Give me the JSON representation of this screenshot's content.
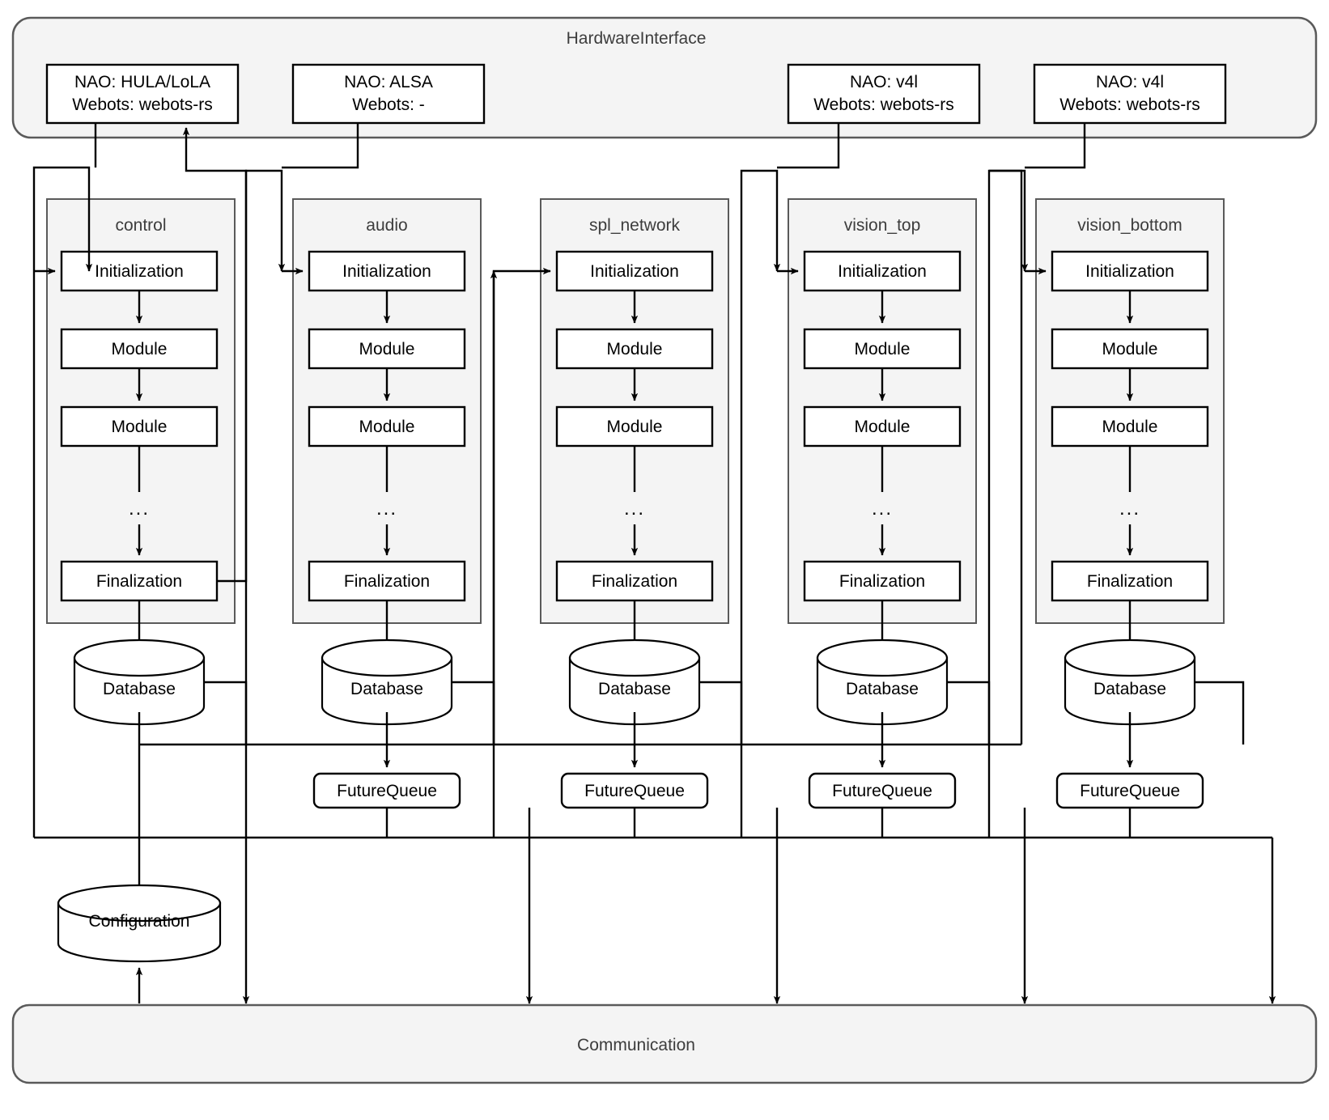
{
  "diagram": {
    "title_band_top": "HardwareInterface",
    "title_band_bottom": "Communication",
    "hardware_boxes": [
      {
        "line1": "NAO: HULA/LoLA",
        "line2": "Webots: webots-rs"
      },
      {
        "line1": "NAO: ALSA",
        "line2": "Webots: -"
      },
      {
        "line1": "NAO: v4l",
        "line2": "Webots: webots-rs"
      },
      {
        "line1": "NAO: v4l",
        "line2": "Webots: webots-rs"
      }
    ],
    "columns": [
      {
        "name": "control",
        "steps": [
          "Initialization",
          "Module",
          "Module"
        ],
        "ellipsis": "...",
        "final": "Finalization",
        "database": "Database",
        "future_queue": null
      },
      {
        "name": "audio",
        "steps": [
          "Initialization",
          "Module",
          "Module"
        ],
        "ellipsis": "...",
        "final": "Finalization",
        "database": "Database",
        "future_queue": "FutureQueue"
      },
      {
        "name": "spl_network",
        "steps": [
          "Initialization",
          "Module",
          "Module"
        ],
        "ellipsis": "...",
        "final": "Finalization",
        "database": "Database",
        "future_queue": "FutureQueue"
      },
      {
        "name": "vision_top",
        "steps": [
          "Initialization",
          "Module",
          "Module"
        ],
        "ellipsis": "...",
        "final": "Finalization",
        "database": "Database",
        "future_queue": "FutureQueue"
      },
      {
        "name": "vision_bottom",
        "steps": [
          "Initialization",
          "Module",
          "Module"
        ],
        "ellipsis": "...",
        "final": "Finalization",
        "database": "Database",
        "future_queue": "FutureQueue"
      }
    ],
    "configuration": "Configuration",
    "colors": {
      "band_fill": "#f4f4f4",
      "band_stroke": "#5a5a5a",
      "group_fill": "#f4f4f4",
      "group_stroke": "#5a5a5a",
      "node_fill": "#ffffff",
      "node_stroke": "#000000",
      "edge": "#000000",
      "label_muted": "#3d3d3d",
      "page_bg": "#ffffff"
    }
  }
}
